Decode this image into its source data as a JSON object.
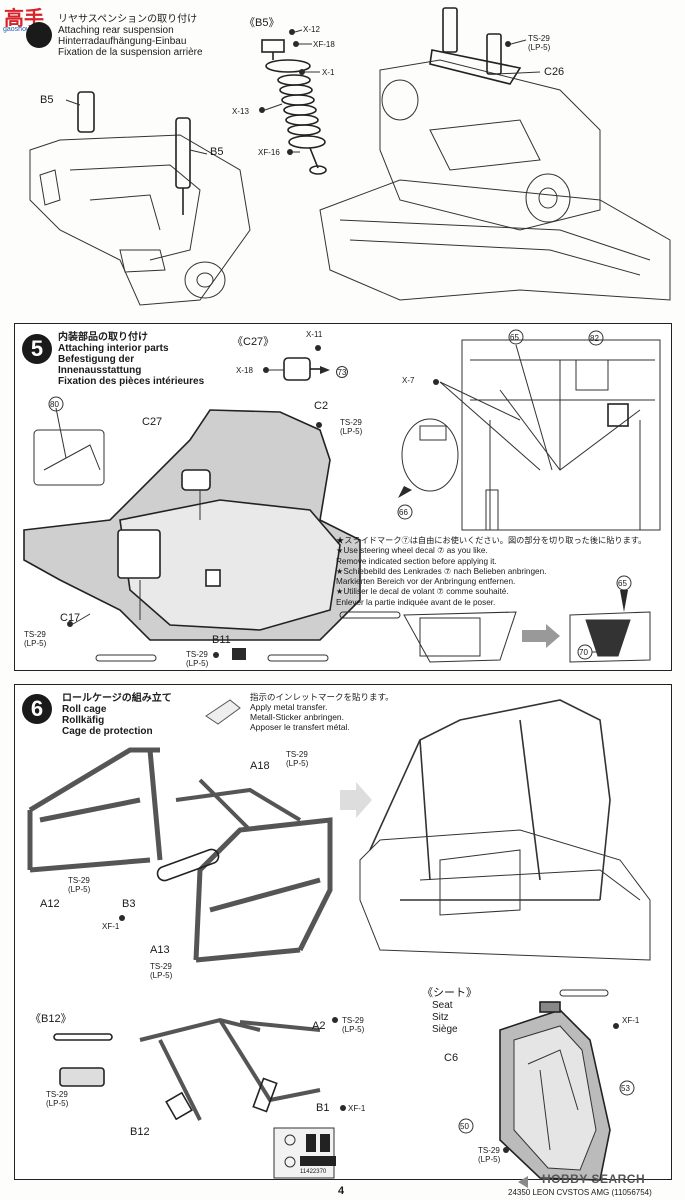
{
  "watermark": {
    "chars": "高手",
    "sub": "gaoshou.com"
  },
  "step4": {
    "title_lines": [
      "リヤサスペンションの取り付け",
      "Attaching rear suspension",
      "Hinterradaufhängung-Einbau",
      "Fixation de la suspension arrière"
    ],
    "sub_label": "《B5》",
    "parts": {
      "x12": "X-12",
      "xf18": "XF-18",
      "x1": "X-1",
      "x13": "X-13",
      "xf16": "XF-16",
      "b5a": "B5",
      "b5b": "B5",
      "c26": "C26",
      "ts29": "TS-29",
      "lp5": "(LP-5)"
    }
  },
  "step5": {
    "number": "5",
    "title_lines": [
      "内装部品の取り付け",
      "Attaching interior parts",
      "Befestigung der",
      "Innenausstattung",
      "Fixation des pièces intérieures"
    ],
    "sub_label": "《C27》",
    "parts": {
      "x11": "X-11",
      "x18": "X-18",
      "n73": "73",
      "c27": "C27",
      "c2": "C2",
      "ts29a": "TS-29",
      "lp5a": "(LP-5)",
      "c17": "C17",
      "ts29b": "TS-29",
      "lp5b": "(LP-5)",
      "b11": "B11",
      "ts29c": "TS-29",
      "lp5c": "(LP-5)",
      "x7": "X-7",
      "n65": "65",
      "n82": "82",
      "n80": "80",
      "n66": "66",
      "n65b": "65",
      "n70": "70"
    },
    "notes": [
      "★スライドマーク⑦は自由にお使いください。図の部分を切り取った後に貼ります。",
      "★Use steering wheel decal ⑦ as you like.",
      "Remove indicated section before applying it.",
      "★Schiebebild des Lenkrades ⑦ nach Belieben anbringen.",
      "Markierten Bereich vor der Anbringung entfernen.",
      "★Utiliser le decal de volant ⑦ comme souhaité.",
      "Enlever la partie indiquée avant de le poser."
    ]
  },
  "step6": {
    "number": "6",
    "title_lines": [
      "ロールケージの組み立て",
      "Roll cage",
      "Rollkäfig",
      "Cage de protection"
    ],
    "metal_transfer": [
      "指示のインレットマークを貼ります。",
      "Apply metal transfer.",
      "Metall-Sticker anbringen.",
      "Apposer le transfert métal."
    ],
    "parts": {
      "a18": "A18",
      "ts29a": "TS-29",
      "lp5a": "(LP-5)",
      "ts29b": "TS-29",
      "lp5b": "(LP-5)",
      "a12": "A12",
      "b3": "B3",
      "xf1a": "XF-1",
      "a13": "A13",
      "ts29c": "TS-29",
      "lp5c": "(LP-5)",
      "b12_sub": "《B12》",
      "ts29d": "TS-29",
      "lp5d": "(LP-5)",
      "a2": "A2",
      "ts29e": "TS-29",
      "lp5e": "(LP-5)",
      "b1": "B1",
      "xf1b": "XF-1",
      "b12": "B12",
      "code": "11422370"
    },
    "seat": {
      "sub_label": "《シート》",
      "lines": [
        "Seat",
        "Sitz",
        "Siège"
      ],
      "c6": "C6",
      "xf1": "XF-1",
      "n53": "53",
      "n50": "50",
      "ts29": "TS-29",
      "lp5": "(LP-5)"
    }
  },
  "footer": {
    "page": "4",
    "code": "24350 LEON CVSTOS AMG (11056754)",
    "brand": "HOBBY SEARCH"
  },
  "colors": {
    "ink": "#1a1a1a",
    "watermark_red": "#d8232a",
    "watermark_blue": "#1a5fb4"
  }
}
